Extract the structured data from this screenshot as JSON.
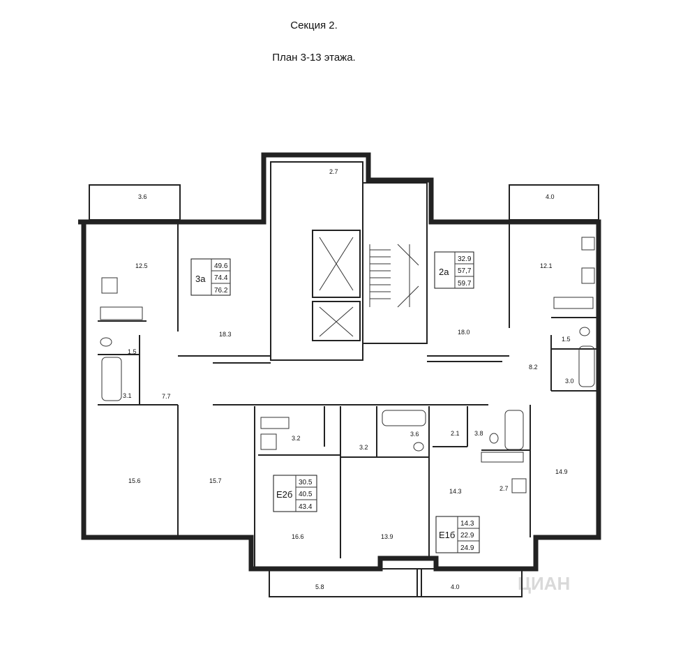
{
  "header": {
    "section": "Секция 2.",
    "plan": "План 3-13 этажа."
  },
  "watermark": "ЦИАН",
  "rooms": {
    "balcony_nw": "3.6",
    "balcony_ne": "4.0",
    "balcony_s1": "5.8",
    "balcony_s2": "4.0",
    "corridor_top": "2.7",
    "kitchen_3a": "12.5",
    "living_3a": "18.3",
    "wc_3a": "1.5",
    "bath_3a": "3.1",
    "hall_3a": "7.7",
    "room_3a_1": "15.6",
    "room_3a_2": "15.7",
    "living_2a": "18.0",
    "kitchen_2a": "12.1",
    "wc_2a": "1.5",
    "bath_2a": "3.0",
    "hall_2a": "8.2",
    "room_2a": "14.9",
    "kitchen_e2b": "3.2",
    "hall_e2b": "3.2",
    "bath_e2b": "3.6",
    "room_e2b_1": "16.6",
    "room_e2b_2": "13.9",
    "hall_e1b": "2.1",
    "bath_e1b": "3.8",
    "room_e1b": "14.3",
    "kitchen_e1b": "2.7"
  },
  "apartments": [
    {
      "name": "3а",
      "areas": [
        "49.6",
        "74.4",
        "76.2"
      ]
    },
    {
      "name": "2а",
      "areas": [
        "32.9",
        "57,7",
        "59.7"
      ]
    },
    {
      "name": "Е2б",
      "areas": [
        "30.5",
        "40.5",
        "43.4"
      ]
    },
    {
      "name": "Е1б",
      "areas": [
        "14.3",
        "22.9",
        "24.9"
      ]
    }
  ]
}
